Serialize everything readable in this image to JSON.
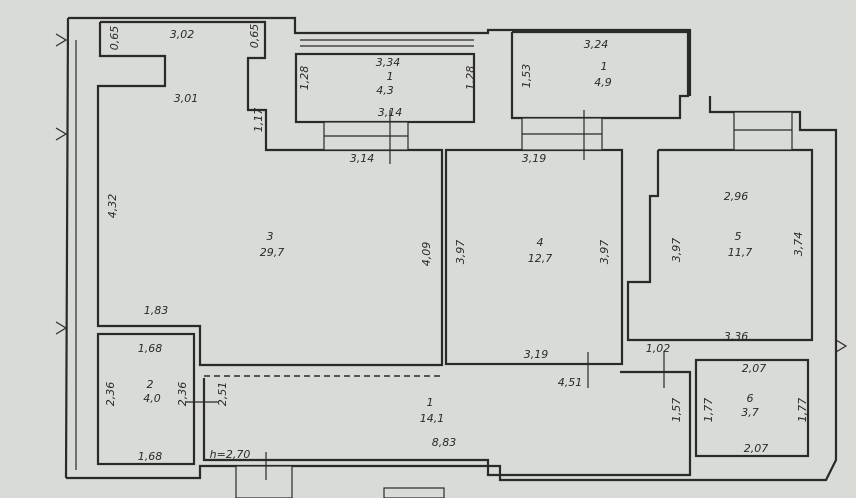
{
  "rooms": [
    {
      "id": "loggia-left",
      "number": "1",
      "area": "4,3"
    },
    {
      "id": "loggia-right",
      "number": "1",
      "area": "4,9"
    },
    {
      "id": "living-room",
      "number": "3",
      "area": "29,7"
    },
    {
      "id": "room-4",
      "number": "4",
      "area": "12,7"
    },
    {
      "id": "room-5",
      "number": "5",
      "area": "11,7"
    },
    {
      "id": "room-2",
      "number": "2",
      "area": "4,0"
    },
    {
      "id": "hall",
      "number": "1",
      "area": "14,1"
    },
    {
      "id": "room-6",
      "number": "6",
      "area": "3,7"
    }
  ],
  "dimensions": {
    "d_065a": "0,65",
    "d_302": "3,02",
    "d_065b": "0,65",
    "d_301": "3,01",
    "d_117": "1,17",
    "d_334": "3,34",
    "d_128a": "1,28",
    "d_128b": "1,28",
    "d_314a": "3,14",
    "d_314b": "3,14",
    "d_324": "3,24",
    "d_153": "1,53",
    "d_432": "4,32",
    "d_409": "4,09",
    "d_319a": "3,19",
    "d_397a": "3,97",
    "d_397b": "3,97",
    "d_319b": "3,19",
    "d_296": "2,96",
    "d_397c": "3,97",
    "d_374": "3,74",
    "d_336": "3,36",
    "d_102": "1,02",
    "d_183": "1,83",
    "d_168a": "1,68",
    "d_236a": "2,36",
    "d_236b": "2,36",
    "d_251": "2,51",
    "d_168b": "1,68",
    "d_451": "4,51",
    "d_883": "8,83",
    "d_157": "1,57",
    "d_177a": "1,77",
    "d_177b": "1,77",
    "d_207a": "2,07",
    "d_207b": "2,07"
  },
  "ceiling_height": "h=2,70"
}
